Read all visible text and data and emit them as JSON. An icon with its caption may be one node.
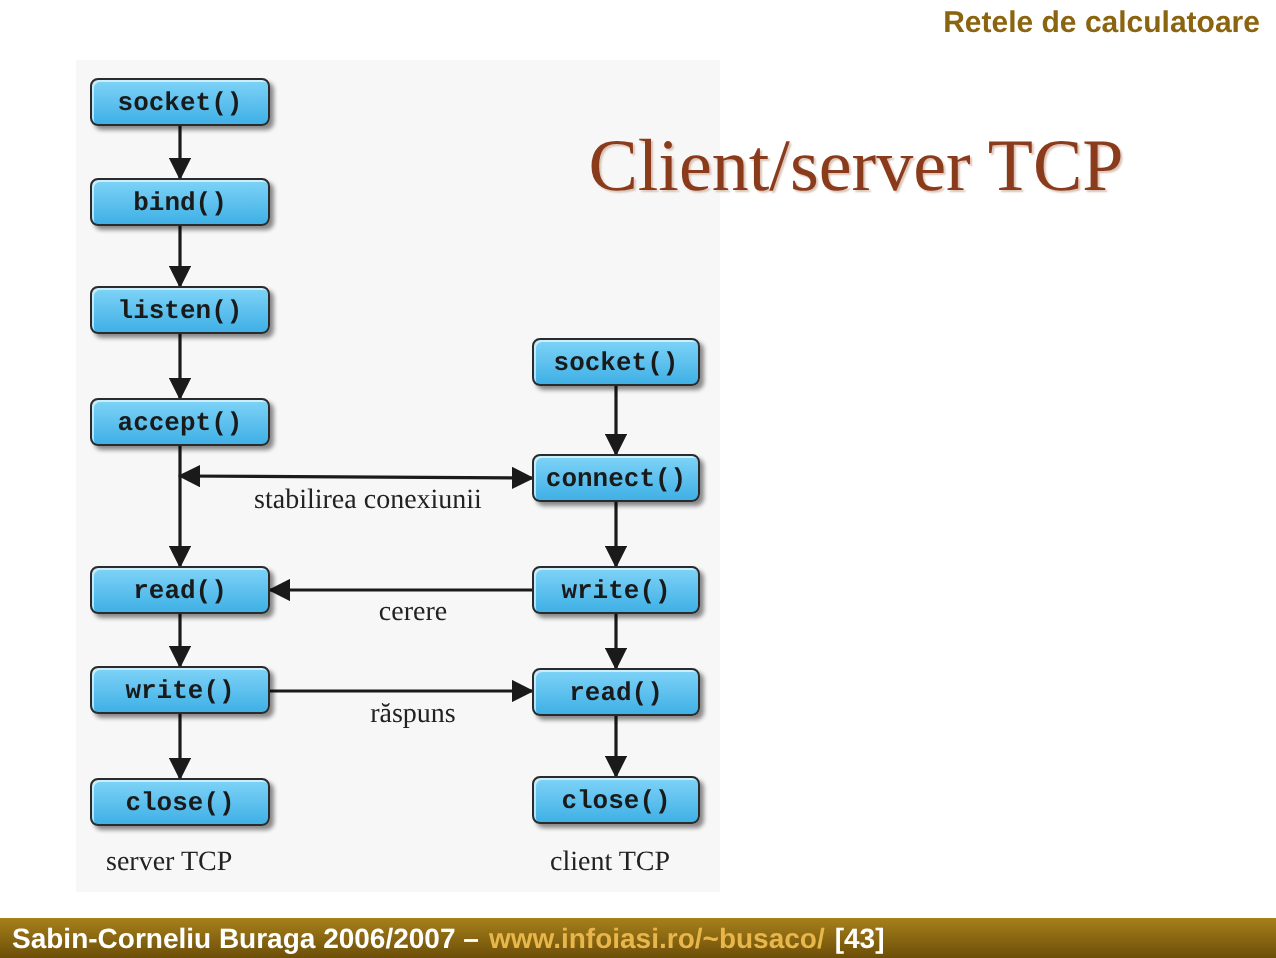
{
  "diagram": {
    "title": "Client/server TCP",
    "nodes": [
      {
        "text": [
          "socket()"
        ]
      },
      {
        "text": [
          "bind()"
        ]
      },
      {
        "text": [
          "listen()"
        ]
      },
      {
        "text": [
          "accept()"
        ]
      },
      {
        "text": [
          "socket()"
        ]
      },
      {
        "text": [
          "connect()"
        ]
      },
      {
        "text": [
          "read()"
        ]
      },
      {
        "text": [
          "write()"
        ]
      },
      {
        "text": [
          "write()"
        ]
      },
      {
        "text": [
          "read()"
        ]
      },
      {
        "text": [
          "close()"
        ]
      },
      {
        "text": [
          "close()"
        ]
      }
    ],
    "edges": [
      {
        "from": 0,
        "to": 1,
        "arrow": "to"
      },
      {
        "from": 1,
        "to": 2,
        "arrow": "to"
      },
      {
        "from": 2,
        "to": 3,
        "arrow": "to"
      },
      {
        "from": 3,
        "to": 6,
        "arrow": "to"
      },
      {
        "from": 4,
        "to": 5,
        "arrow": "to"
      },
      {
        "from": 5,
        "to": 3,
        "arrow": "both",
        "label": "stabilirea conexiunii"
      },
      {
        "from": 5,
        "to": 7,
        "arrow": "to"
      },
      {
        "from": 7,
        "to": 6,
        "arrow": "to",
        "label": "cerere"
      },
      {
        "from": 6,
        "to": 8,
        "arrow": "to"
      },
      {
        "from": 8,
        "to": 9,
        "arrow": "to",
        "label": "răspuns"
      },
      {
        "from": 7,
        "to": 9,
        "arrow": "to"
      },
      {
        "from": 8,
        "to": 10,
        "arrow": "to"
      },
      {
        "from": 9,
        "to": 11,
        "arrow": "to"
      }
    ],
    "labels": [
      "Retele de calculatoare",
      "server TCP",
      "client TCP",
      "Sabin-Corneliu Buraga 2006/2007 –",
      "www.infoiasi.ro/~busaco/",
      "[43]"
    ]
  }
}
